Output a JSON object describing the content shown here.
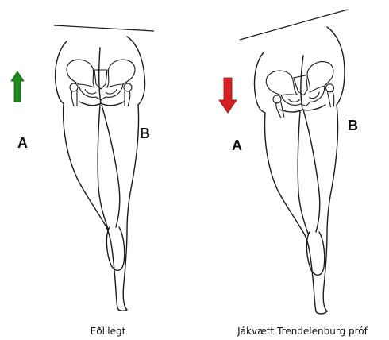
{
  "figures": [
    {
      "caption": "Eðlilegt",
      "label_a": "A",
      "label_b": "B",
      "arrow": {
        "direction": "up",
        "color": "#1e8a1e",
        "icon": "arrow-up-icon"
      }
    },
    {
      "caption": "Jákvætt Trendelenburg próf",
      "label_a": "A",
      "label_b": "B",
      "arrow": {
        "direction": "down",
        "color": "#d42020",
        "icon": "arrow-down-icon"
      }
    }
  ],
  "colors": {
    "outline": "#1a1a1a",
    "background": "#ffffff"
  }
}
